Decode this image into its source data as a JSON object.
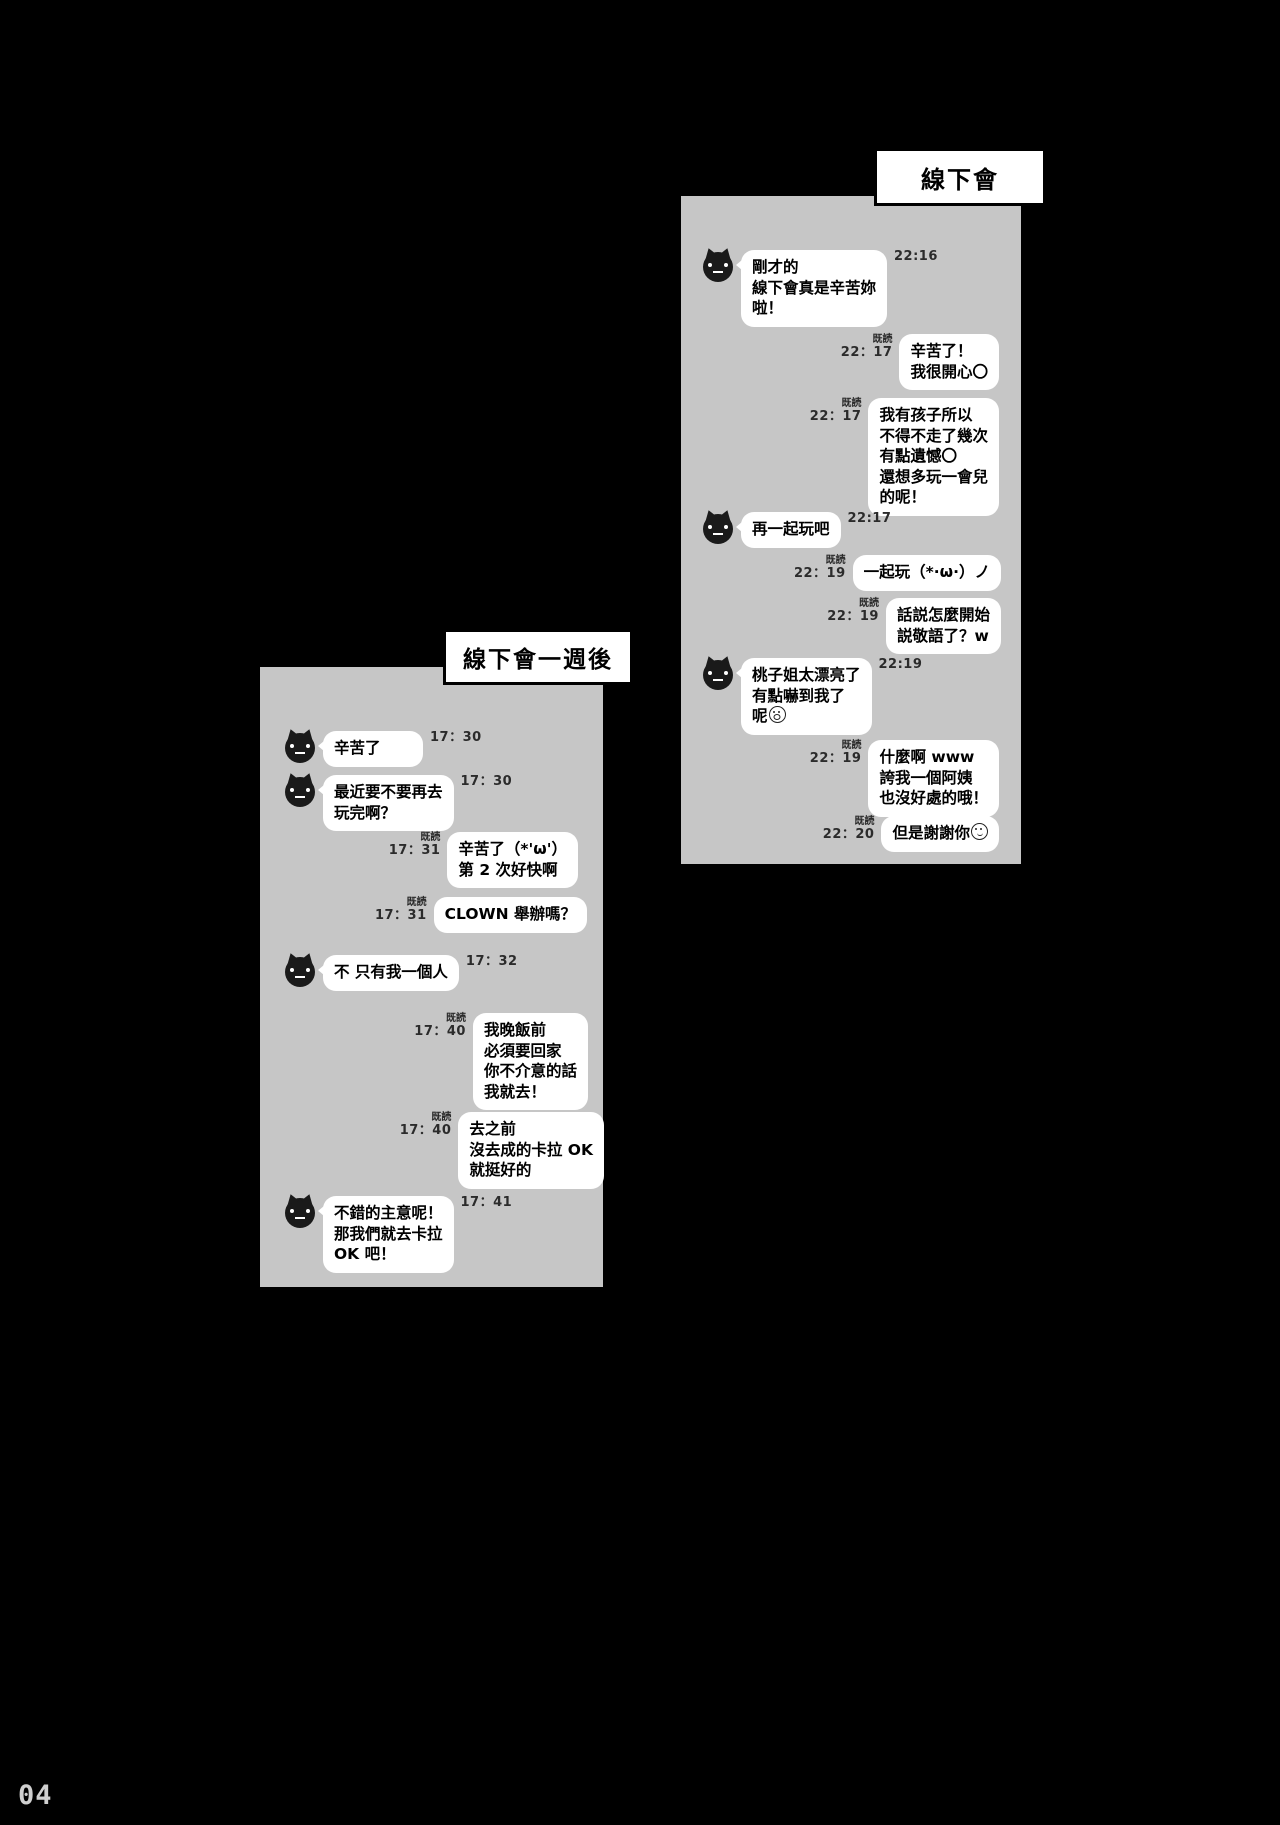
{
  "page": {
    "number": "04",
    "background_color": "#000000",
    "panel_color": "#c6c6c6",
    "bubble_color": "#ffffff"
  },
  "sections": [
    {
      "id": "offline-meet",
      "header": "線下會",
      "messages": [
        {
          "side": "left",
          "text": "剛才的\n線下會真是辛苦妳\n啦！",
          "read": "",
          "time": "22:16",
          "avatar": true
        },
        {
          "side": "right",
          "text": "辛苦了！\n我很開心〇",
          "read": "既読",
          "time": "22：17",
          "avatar": false
        },
        {
          "side": "right",
          "text": "我有孩子所以\n不得不走了幾次\n有點遺憾〇\n還想多玩一會兒\n的呢！",
          "read": "既読",
          "time": "22：17",
          "avatar": false
        },
        {
          "side": "left",
          "text": "再一起玩吧",
          "read": "",
          "time": "22:17",
          "avatar": true
        },
        {
          "side": "right",
          "text": "一起玩（*·ω·）ノ",
          "read": "既読",
          "time": "22：19",
          "avatar": false
        },
        {
          "side": "right",
          "text": "話説怎麼開始\n説敬語了？w",
          "read": "既読",
          "time": "22：19",
          "avatar": false
        },
        {
          "side": "left",
          "text": "桃子姐太漂亮了\n有點嚇到我了\n呢",
          "read": "",
          "time": "22:19",
          "avatar": true,
          "emoji": "shock"
        },
        {
          "side": "right",
          "text": "什麼啊 www\n誇我一個阿姨\n也沒好處的哦！",
          "read": "既読",
          "time": "22：19",
          "avatar": false
        },
        {
          "side": "right",
          "text": "但是謝謝你",
          "read": "既読",
          "time": "22：20",
          "avatar": false,
          "emoji": "smile"
        }
      ]
    },
    {
      "id": "one-week-after",
      "header": "線下會一週後",
      "messages": [
        {
          "side": "left",
          "text": "辛苦了",
          "read": "",
          "time": "17：30",
          "avatar": true
        },
        {
          "side": "left",
          "text": "最近要不要再去\n玩完啊？",
          "read": "",
          "time": "17：30",
          "avatar": true
        },
        {
          "side": "right",
          "text": "辛苦了（*'ω'）\n第 2 次好快啊",
          "read": "既読",
          "time": "17：31",
          "avatar": false
        },
        {
          "side": "right",
          "text": "CLOWN 舉辦嗎？",
          "read": "既読",
          "time": "17：31",
          "avatar": false
        },
        {
          "side": "left",
          "text": "不 只有我一個人",
          "read": "",
          "time": "17：32",
          "avatar": true
        },
        {
          "side": "right",
          "text": "我晚飯前\n必須要回家\n你不介意的話\n我就去！",
          "read": "既読",
          "time": "17：40",
          "avatar": false
        },
        {
          "side": "right",
          "text": "去之前\n沒去成的卡拉 OK\n就挺好的",
          "read": "既読",
          "time": "17：40",
          "avatar": false
        },
        {
          "side": "left",
          "text": "不錯的主意呢！\n那我們就去卡拉\nOK 吧！",
          "read": "",
          "time": "17：41",
          "avatar": true
        }
      ]
    }
  ]
}
